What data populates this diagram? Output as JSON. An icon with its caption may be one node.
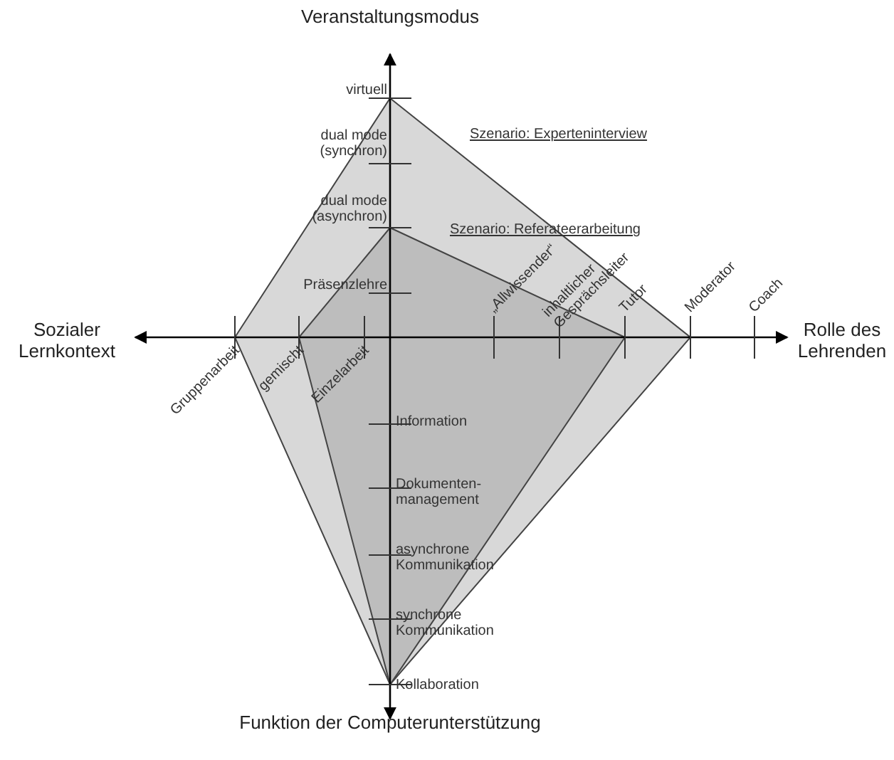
{
  "diagram": {
    "labels": [
      "Veranstaltungsmodus",
      "virtuell",
      "dual mode (synchron)",
      "Szenario: Experteninterview",
      "dual mode (asynchron)",
      "Szenario: Referateerarbeitung",
      "Präsenzlehre",
      "„Allwissender“",
      "inhaltlicher Gesprächsleiter",
      "Tutor",
      "Moderator",
      "Coach",
      "Sozialer Lernkontext",
      "Rolle des Lehrenden",
      "Gruppenarbeit",
      "gemischt",
      "Einzelarbeit",
      "Information",
      "Dokumenten- management",
      "asynchrone Kommunikation",
      "synchrone Kommunikation",
      "Kollaboration",
      "Funktion der Computerunterstützung"
    ]
  }
}
